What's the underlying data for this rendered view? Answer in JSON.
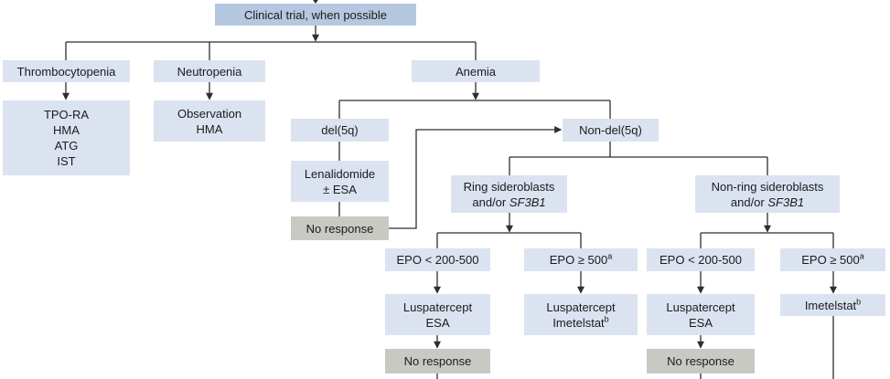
{
  "colors": {
    "root_box_bg": "#b6c8e0",
    "node_box_bg": "#dbe3f0",
    "gray_box_bg": "#c9c9c4",
    "line": "#2e2e2e",
    "text": "#1b1b1b"
  },
  "nodes": {
    "clinical_trial": {
      "label": "Clinical trial, when possible"
    },
    "thrombocytopenia": {
      "label": "Thrombocytopenia"
    },
    "thrombocytopenia_options": {
      "lines": [
        "TPO-RA",
        "HMA",
        "ATG",
        "IST"
      ]
    },
    "neutropenia": {
      "label": "Neutropenia"
    },
    "neutropenia_options": {
      "lines": [
        "Observation",
        "HMA"
      ]
    },
    "anemia": {
      "label": "Anemia"
    },
    "del5q": {
      "label": "del(5q)"
    },
    "lenalidomide": {
      "lines": [
        "Lenalidomide",
        "± ESA"
      ]
    },
    "no_response_del5q": {
      "label": "No response"
    },
    "non_del5q": {
      "label": "Non-del(5q)"
    },
    "ring_sideroblasts": {
      "line1": "Ring sideroblasts",
      "line2_prefix": "and/or ",
      "gene": "SF3B1"
    },
    "non_ring_sideroblasts": {
      "line1": "Non-ring sideroblasts",
      "line2_prefix": "and/or ",
      "gene": "SF3B1"
    },
    "epo_low_ring": {
      "label": "EPO < 200-500"
    },
    "epo_high_ring": {
      "label": "EPO ≥ 500",
      "sup": "a"
    },
    "luspatercept_esa_ring": {
      "lines": [
        "Luspatercept",
        "ESA"
      ]
    },
    "luspatercept_imetelstat": {
      "line1": "Luspatercept",
      "line2": "Imetelstat",
      "sup": "b"
    },
    "no_response_ring": {
      "label": "No response"
    },
    "epo_low_nonring": {
      "label": "EPO < 200-500"
    },
    "epo_high_nonring": {
      "label": "EPO ≥ 500",
      "sup": "a"
    },
    "luspatercept_esa_nonring": {
      "lines": [
        "Luspatercept",
        "ESA"
      ]
    },
    "imetelstat": {
      "label": "Imetelstat",
      "sup": "b"
    },
    "no_response_nonring": {
      "label": "No response"
    }
  }
}
